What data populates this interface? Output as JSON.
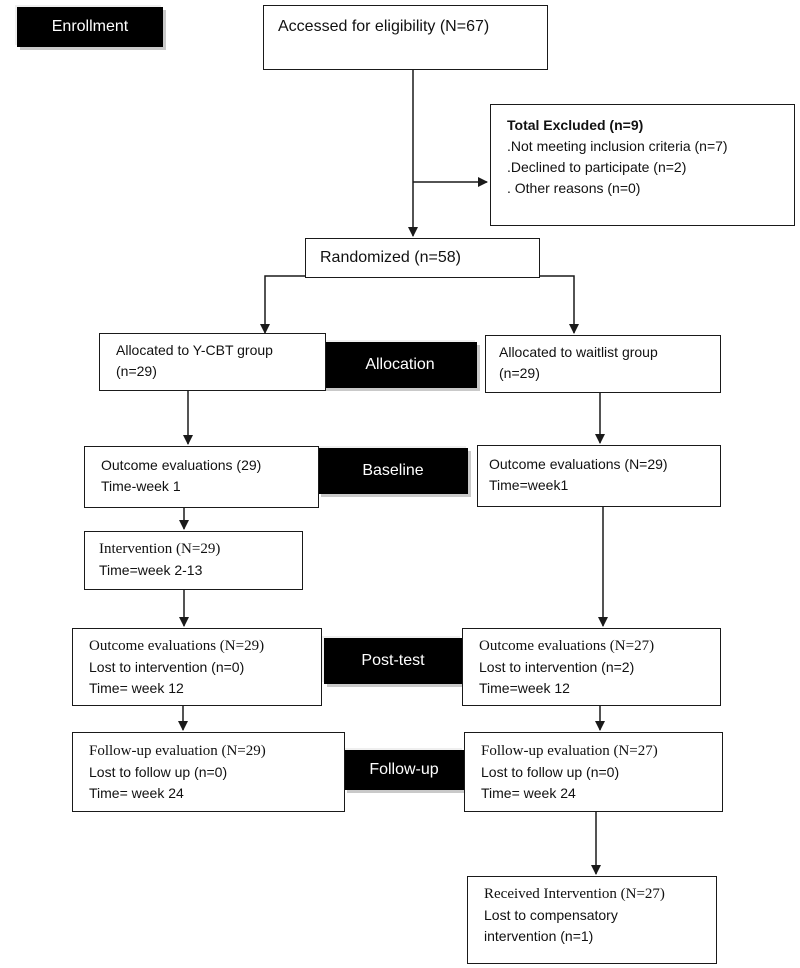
{
  "stages": {
    "enrollment": "Enrollment",
    "allocation": "Allocation",
    "baseline": "Baseline",
    "posttest": "Post-test",
    "followup": "Follow-up"
  },
  "eligibility": "Accessed for eligibility (N=67)",
  "excluded": {
    "title": "Total Excluded (n=9)",
    "items": [
      ".Not meeting inclusion criteria (n=7)",
      ".Declined to participate (n=2)",
      ". Other reasons (n=0)"
    ]
  },
  "randomized": "Randomized (n=58)",
  "left": {
    "allocated": [
      "Allocated to Y-CBT group",
      "(n=29)"
    ],
    "baseline": [
      "Outcome evaluations (29)",
      "Time-week 1"
    ],
    "intervention": [
      "Intervention (N=29)",
      "Time=week 2-13"
    ],
    "posttest": [
      "Outcome evaluations (N=29)",
      "Lost to intervention (n=0)",
      "Time= week 12"
    ],
    "followup": [
      "Follow-up evaluation (N=29)",
      "Lost to follow up (n=0)",
      "Time= week 24"
    ]
  },
  "right": {
    "allocated": [
      "Allocated to waitlist group",
      "(n=29)"
    ],
    "baseline": [
      "Outcome evaluations (N=29)",
      "Time=week1"
    ],
    "posttest": [
      "Outcome evaluations (N=27)",
      "Lost to intervention (n=2)",
      "Time=week 12"
    ],
    "followup": [
      "Follow-up evaluation (N=27)",
      "Lost to follow up (n=0)",
      "Time= week 24"
    ],
    "received": [
      "Received Intervention (N=27)",
      "Lost to compensatory",
      "intervention (n=1)"
    ]
  }
}
